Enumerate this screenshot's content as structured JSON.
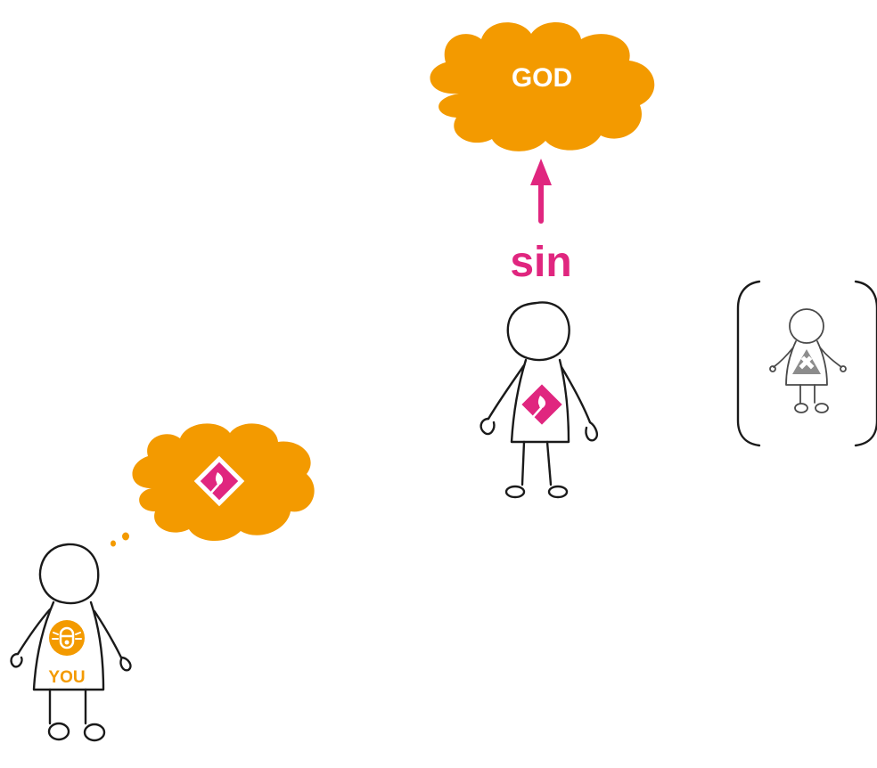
{
  "labels": {
    "god": "GOD",
    "sin": "sin",
    "you": "YOU"
  },
  "colors": {
    "cloud": "#f39a00",
    "sin": "#e0267f",
    "ink": "#1a1a1a",
    "grey_symbol": "#8c8c8c",
    "white": "#ffffff"
  },
  "icons": {
    "god_cloud": "cloud",
    "arrow": "arrow-up",
    "sin_symbol": "flame-diamond",
    "you_symbol": "lamp-circle",
    "grey_symbol": "cross-triangle",
    "thought_dots": "thought-bubble-dots"
  }
}
